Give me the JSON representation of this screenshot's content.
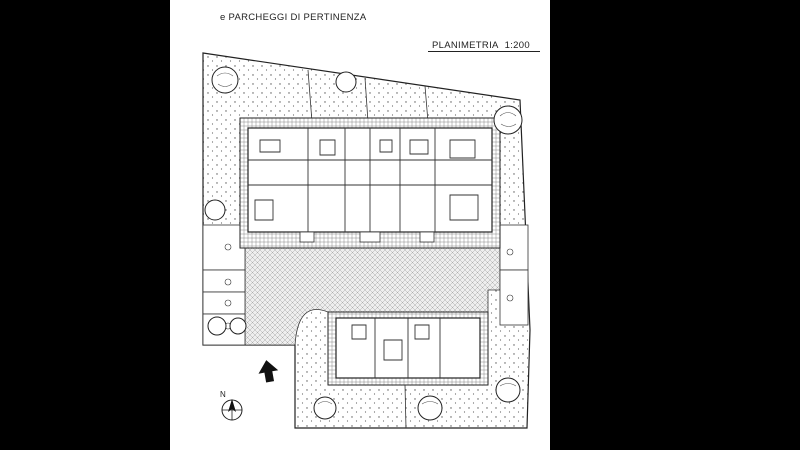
{
  "header": {
    "title_fragment": "e PARCHEGGI DI PERTINENZA",
    "plan_label": "PLANIMETRIA",
    "scale": "1:200"
  },
  "compass": {
    "north_label": "N"
  },
  "colors": {
    "background": "#000000",
    "paper": "#ffffff",
    "ink": "#222222"
  }
}
